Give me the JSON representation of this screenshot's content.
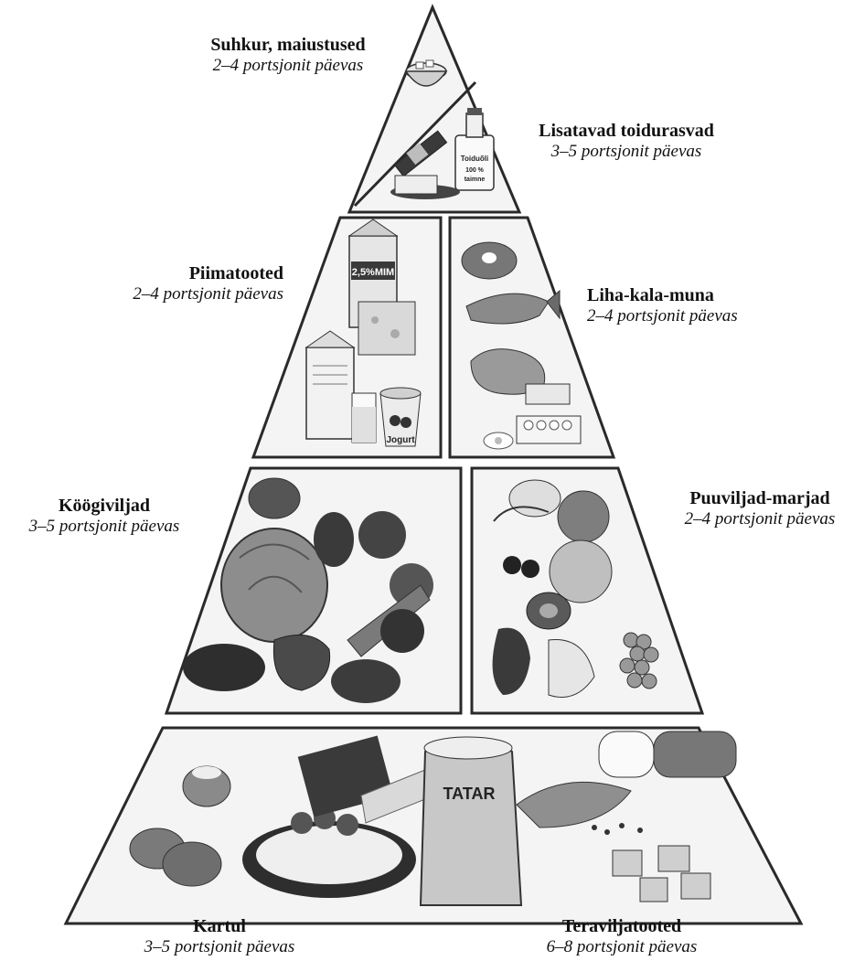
{
  "groups": {
    "sugar": {
      "title": "Suhkur, maiustused",
      "servings": "2–4 portsjonit päevas"
    },
    "fats": {
      "title": "Lisatavad toidurasvad",
      "servings": "3–5 portsjonit päevas"
    },
    "dairy": {
      "title": "Piimatooted",
      "servings": "2–4 portsjonit päevas"
    },
    "meat": {
      "title": "Liha-kala-muna",
      "servings": "2–4 portsjonit päevas"
    },
    "vegetables": {
      "title": "Köögiviljad",
      "servings": "3–5 portsjonit päevas"
    },
    "fruits": {
      "title": "Puuviljad-marjad",
      "servings": "2–4 portsjonit päevas"
    },
    "potato": {
      "title": "Kartul",
      "servings": "3–5 portsjonit päevas"
    },
    "grains": {
      "title": "Teraviljatooted",
      "servings": "6–8 portsjonit päevas"
    }
  },
  "package_labels": {
    "oil_name": "Toiduõli",
    "oil_sub1": "100 %",
    "oil_sub2": "taimne",
    "milk_brand": "2,5%MIM",
    "yogurt": "Jogurt",
    "flour_brand": "TATAR"
  },
  "colors": {
    "outline": "#2a2a2a",
    "panel": "#f4f4f4",
    "dark": "#3a3a3a",
    "mid": "#8a8a8a",
    "light": "#cfcfcf"
  }
}
